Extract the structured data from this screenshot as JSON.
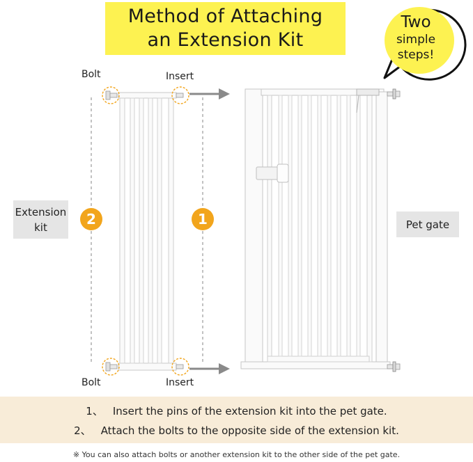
{
  "title": {
    "line1": "Method of Attaching",
    "line2": "an Extension Kit"
  },
  "bubble": {
    "line1": "Two",
    "line2": "simple",
    "line3": "steps!"
  },
  "labels": {
    "bolt_top": "Bolt",
    "insert_top": "Insert",
    "bolt_bottom": "Bolt",
    "insert_bottom": "Insert",
    "extension_kit_line1": "Extension",
    "extension_kit_line2": "kit",
    "pet_gate": "Pet gate"
  },
  "steps": [
    {
      "number": "1",
      "marker": "1、",
      "text": "Insert the pins of the extension kit into the pet gate."
    },
    {
      "number": "2",
      "marker": "2、",
      "text": "Attach the bolts to the opposite side of the extension kit."
    }
  ],
  "note": "※ You can also attach bolts or another extension kit to the other side of the pet gate.",
  "colors": {
    "title_bg": "#fdf251",
    "step_circle": "#f2a51c",
    "instructions_bg": "#f8ecd8",
    "label_box_bg": "#e5e5e5",
    "arrow": "#8a8a8a"
  }
}
